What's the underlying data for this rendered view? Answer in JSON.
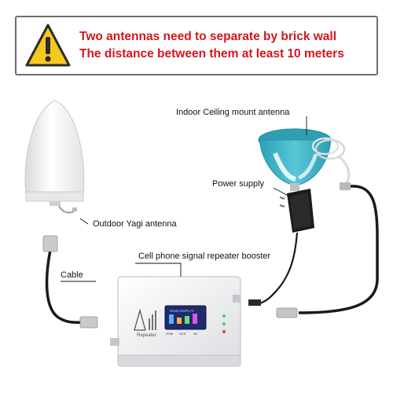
{
  "warning": {
    "line1": "Two antennas need to separate by brick wall",
    "line2": "The distance between them at least 10 meters",
    "text_color": "#d4161c",
    "icon": "warning-triangle-icon",
    "icon_color": "#f7c81e"
  },
  "labels": {
    "indoor_antenna": "Indoor Ceiling mount antenna",
    "power_supply": "Power supply",
    "outdoor_antenna": "Outdoor Yagi  antenna",
    "repeater": "Cell phone signal repeater booster",
    "cable": "Cable"
  },
  "repeater_panel": {
    "brand": "Repeater",
    "screen_title": "MAIN DISPLAY",
    "bands": [
      "GSM",
      "DCS",
      "3G"
    ]
  },
  "colors": {
    "indoor_antenna": "#3fb5c9",
    "device_body": "#f3f4f6",
    "screen": "#1e2a6b",
    "cable": "#1a1a1a"
  }
}
